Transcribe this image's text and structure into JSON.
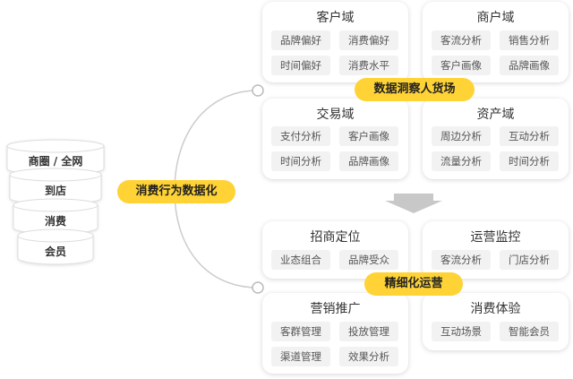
{
  "left_stack": [
    {
      "label": "商圈 / 全网"
    },
    {
      "label": "到店"
    },
    {
      "label": "消费"
    },
    {
      "label": "会员"
    }
  ],
  "center_label": "消费行为数据化",
  "top_group": {
    "label": "数据洞察人货场",
    "cards": [
      {
        "title": "客户域",
        "tags": [
          "品牌偏好",
          "消费偏好",
          "时间偏好",
          "消费水平"
        ]
      },
      {
        "title": "商户域",
        "tags": [
          "客流分析",
          "销售分析",
          "客户画像",
          "品牌画像"
        ]
      },
      {
        "title": "交易域",
        "tags": [
          "支付分析",
          "客户画像",
          "时间分析",
          "品牌画像"
        ]
      },
      {
        "title": "资产域",
        "tags": [
          "周边分析",
          "互动分析",
          "流量分析",
          "时间分析"
        ]
      }
    ]
  },
  "bottom_group": {
    "label": "精细化运营",
    "cards": [
      {
        "title": "招商定位",
        "tags": [
          "业态组合",
          "品牌受众"
        ]
      },
      {
        "title": "运营监控",
        "tags": [
          "客流分析",
          "门店分析"
        ]
      },
      {
        "title": "营销推广",
        "tags": [
          "客群管理",
          "投放管理",
          "渠道管理",
          "效果分析"
        ]
      },
      {
        "title": "消费体验",
        "tags": [
          "互动场景",
          "智能会员"
        ]
      }
    ]
  },
  "colors": {
    "accent": "#ffd335",
    "tag_bg": "#f2f2f2",
    "arrow": "#c8c8c8",
    "connector": "#cccccc",
    "stack_face": "#ffffff",
    "stack_edge": "#e0e0e0"
  }
}
